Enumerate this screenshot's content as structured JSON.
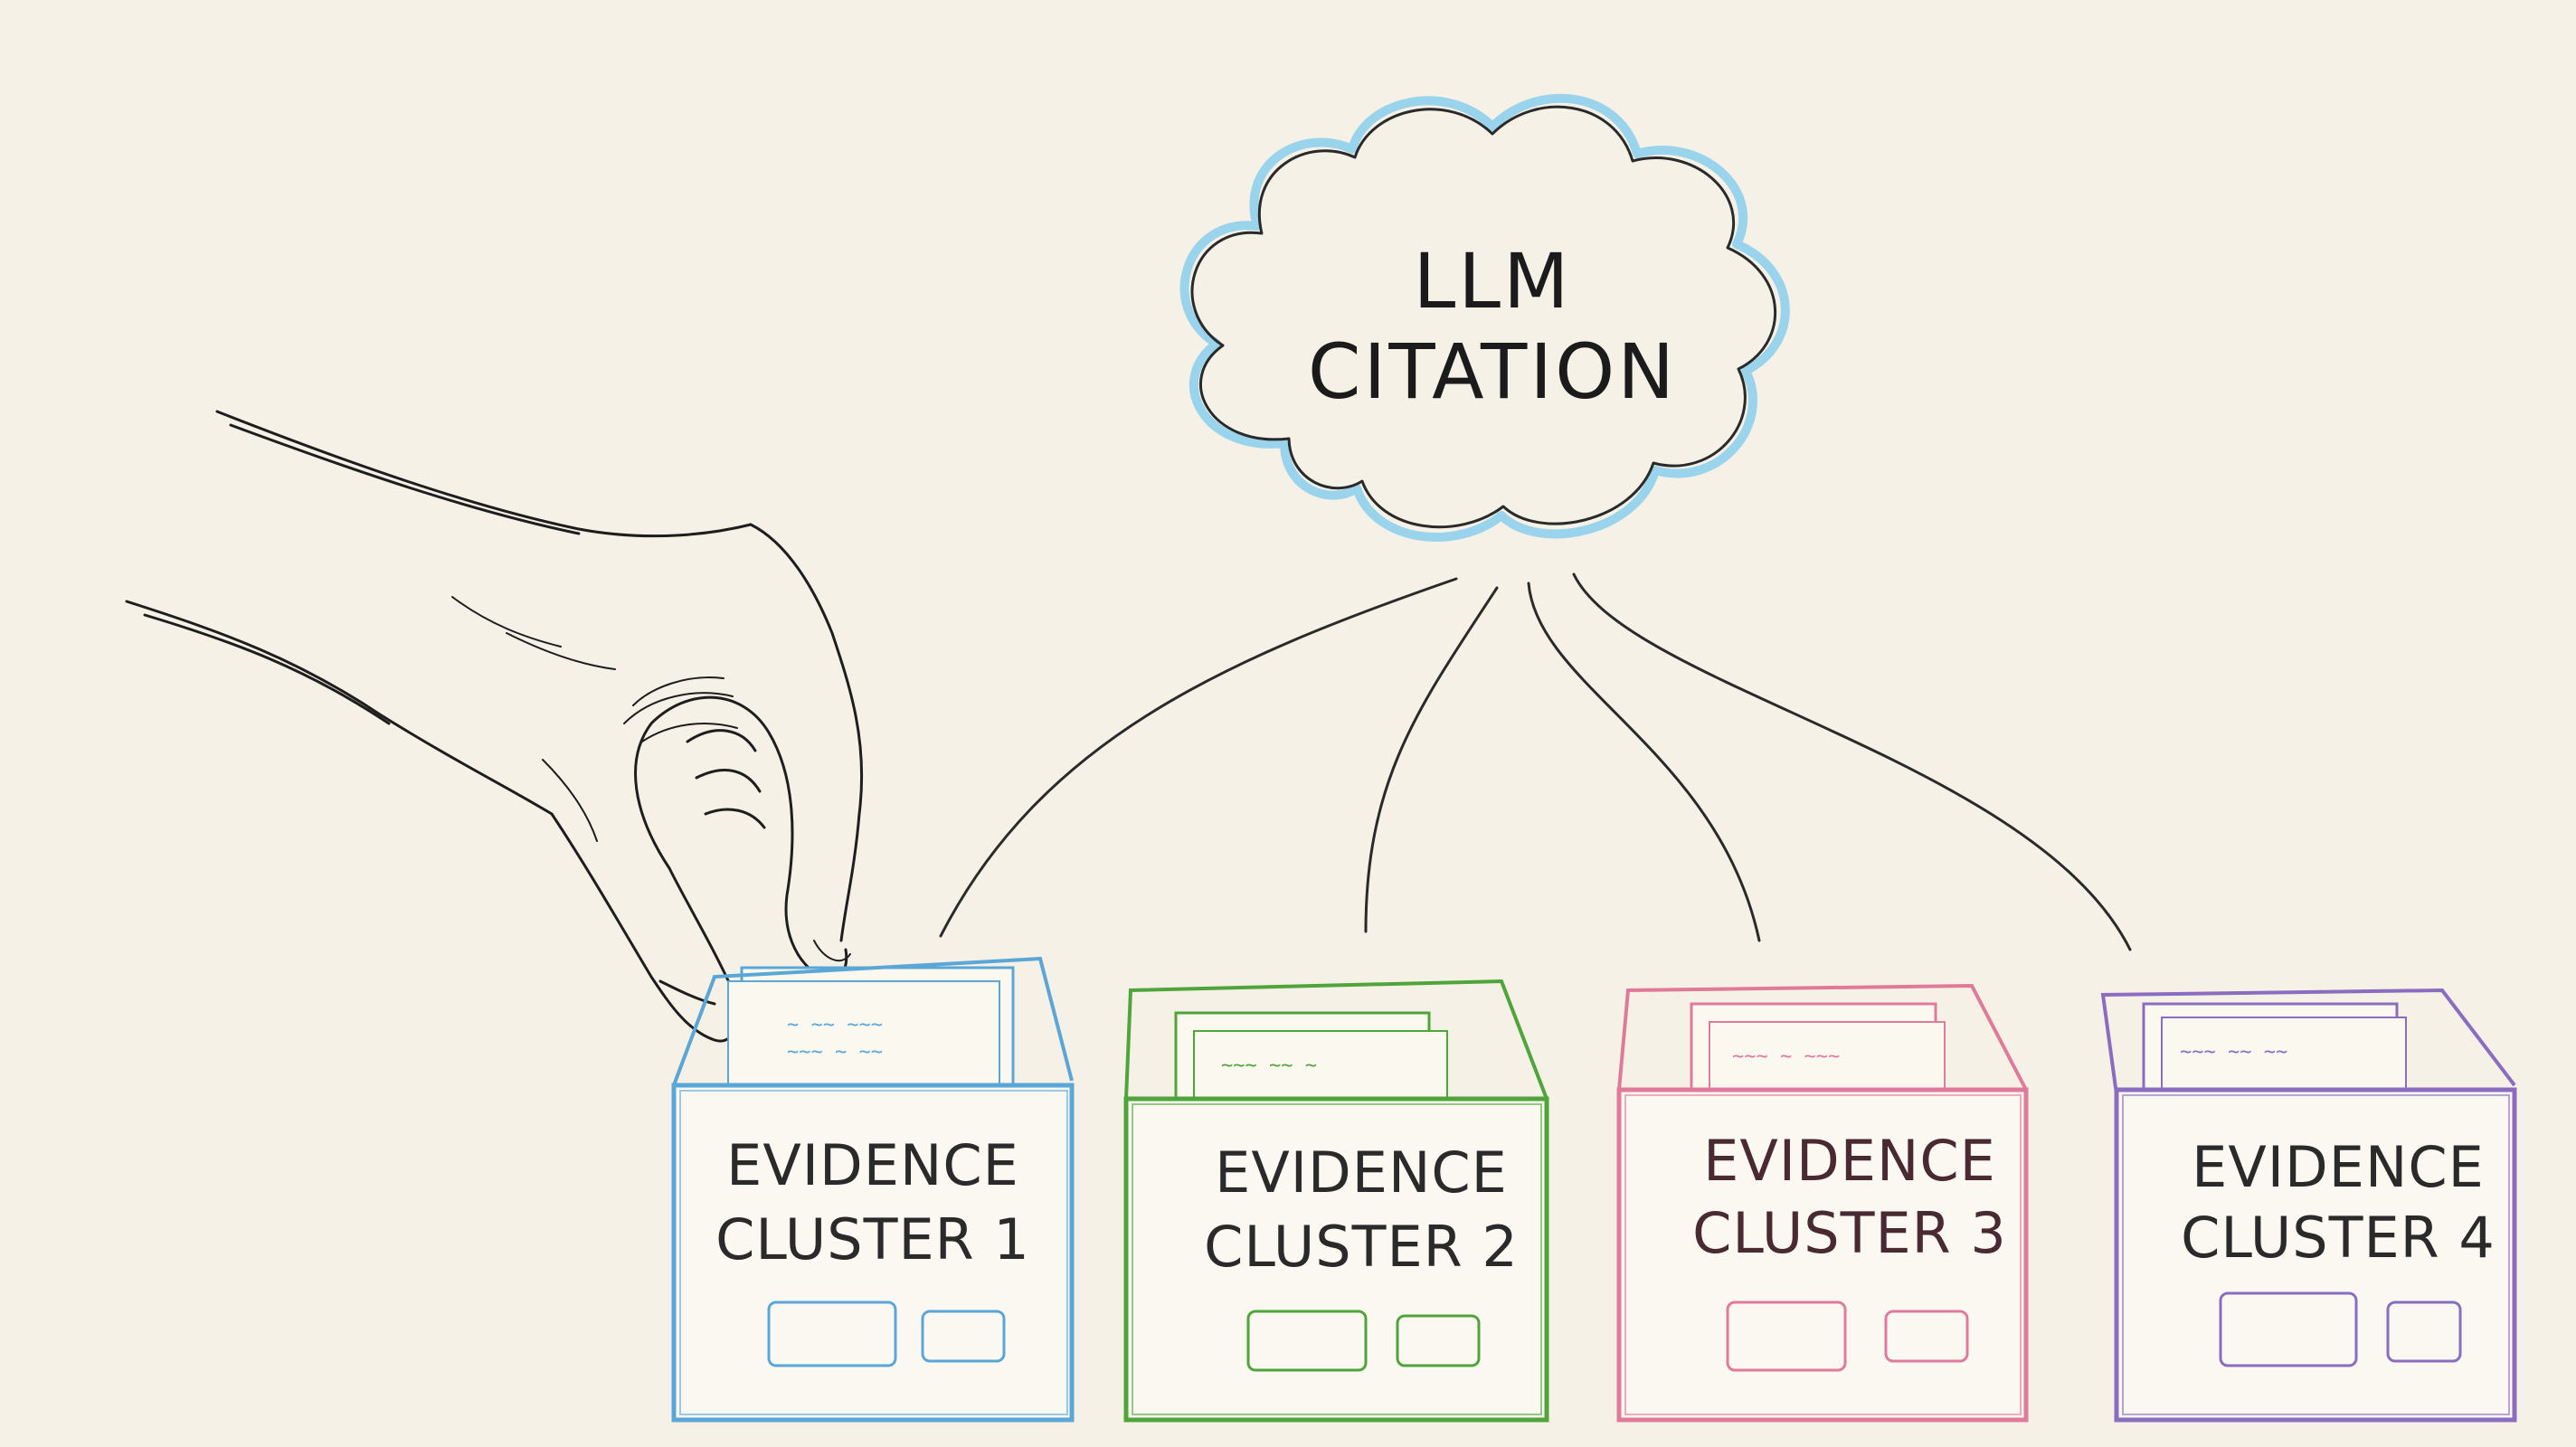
{
  "cloud": {
    "line1": "LLM",
    "line2": "CITATION",
    "outline_color": "#8fd0ec"
  },
  "clusters": [
    {
      "line1": "EVIDENCE",
      "line2": "CLUSTER 1",
      "color": "#5aa6d6",
      "text_color": "#2a2a2a"
    },
    {
      "line1": "EVIDENCE",
      "line2": "CLUSTER 2",
      "color": "#4fa43a",
      "text_color": "#2a2a2a"
    },
    {
      "line1": "EVIDENCE",
      "line2": "CLUSTER 3",
      "color": "#e07a9a",
      "text_color": "#4a2a32"
    },
    {
      "line1": "EVIDENCE",
      "line2": "CLUSTER 4",
      "color": "#8a6cc0",
      "text_color": "#2a2a2a"
    }
  ],
  "icons": {
    "hand": "hand-icon"
  }
}
